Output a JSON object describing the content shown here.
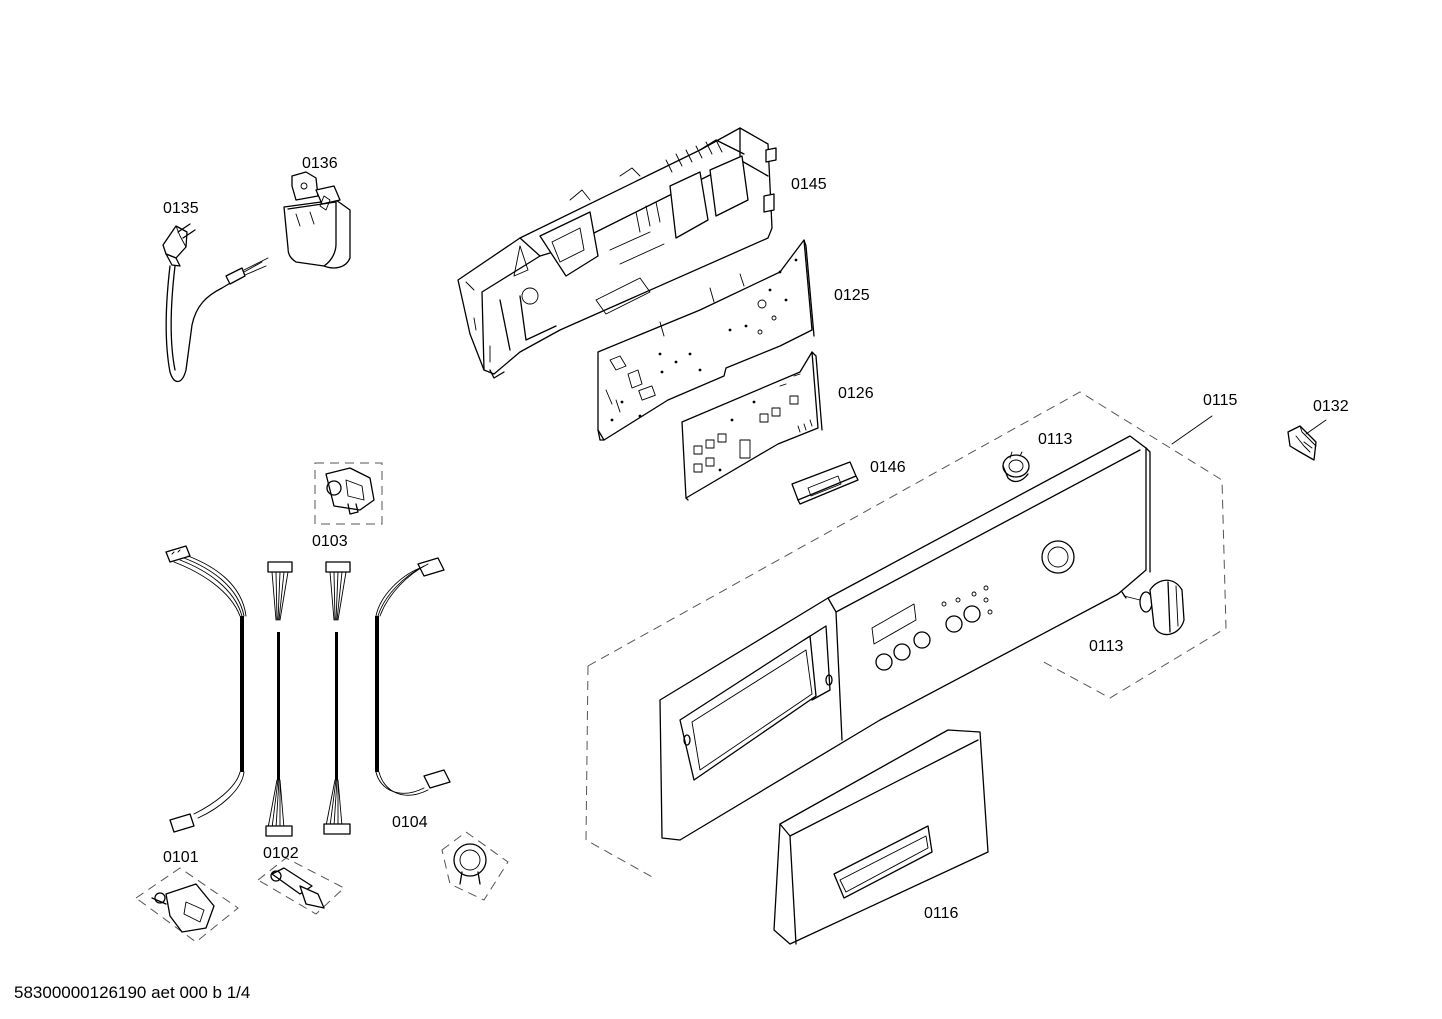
{
  "parts": [
    {
      "id": "0135"
    },
    {
      "id": "0136"
    },
    {
      "id": "0145"
    },
    {
      "id": "0125"
    },
    {
      "id": "0126"
    },
    {
      "id": "0146"
    },
    {
      "id": "0115"
    },
    {
      "id": "0132"
    },
    {
      "id": "0113"
    },
    {
      "id": "0113"
    },
    {
      "id": "0103"
    },
    {
      "id": "0101"
    },
    {
      "id": "0102"
    },
    {
      "id": "0104"
    },
    {
      "id": "0116"
    }
  ],
  "footer": {
    "document_number": "58300000126190 aet 000 b 1/4"
  }
}
